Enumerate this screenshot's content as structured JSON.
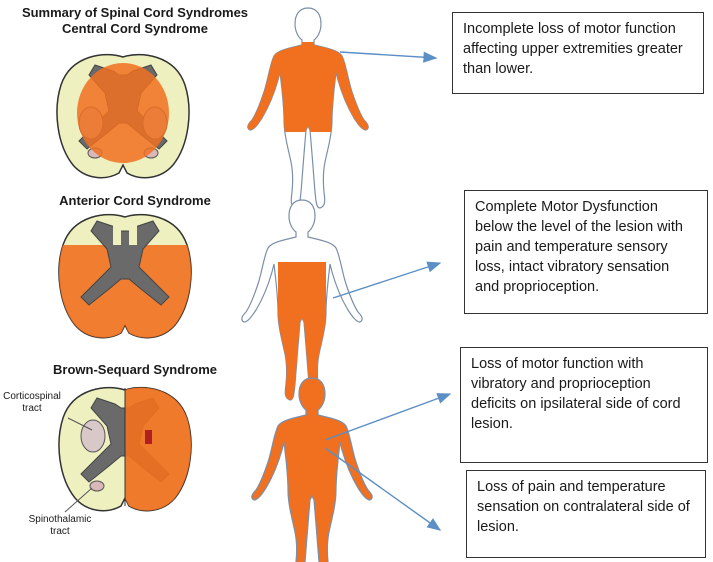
{
  "titles": {
    "summary": "Summary of Spinal Cord Syndromes",
    "central": "Central Cord Syndrome",
    "anterior": "Anterior Cord Syndrome",
    "brown": "Brown-Sequard Syndrome"
  },
  "descriptions": {
    "central": "Incomplete loss of motor function affecting upper extremities greater than lower.",
    "anterior": "Complete Motor Dysfunction below the level of the lesion with pain and temperature sensory loss, intact vibratory sensation and proprioception.",
    "brown_motor": "Loss of motor function with vibratory and proprioception deficits on ipsilateral side of cord lesion.",
    "brown_pain": "Loss of pain and temperature sensation on contralateral side of lesion."
  },
  "labels": {
    "corticospinal_1": "Corticospinal",
    "corticospinal_2": "tract",
    "spinothalamic_1": "Spinothalamic",
    "spinothalamic_2": "tract"
  },
  "colors": {
    "lesion": "#f07020",
    "cord": "#eef0c0",
    "grey_matter": "#666666",
    "tract": "#d8b8b8",
    "arrow": "#5b8fc5"
  }
}
